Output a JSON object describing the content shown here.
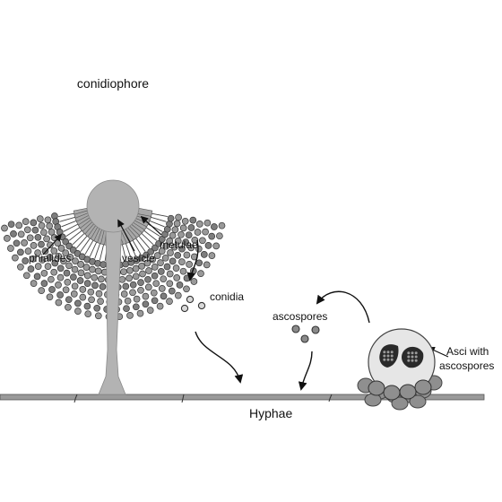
{
  "labels": {
    "conidiophore": "conidiophore",
    "phialides": "phialides",
    "vesicle": "vesicle",
    "metulae": "metulae",
    "conidia": "conidia",
    "ascospores": "ascospores",
    "asci_line1": "Asci with",
    "asci_line2": "ascospores",
    "hyphae": "Hyphae"
  },
  "colors": {
    "stalk": "#b3b3b3",
    "outline": "#3a3a3a",
    "spore": "#8a8a8a",
    "sclerotium": "#8f8f8f",
    "cleistothecium": "#e6e6e6",
    "hypha": "#9a9a9a",
    "text": "#111111"
  }
}
